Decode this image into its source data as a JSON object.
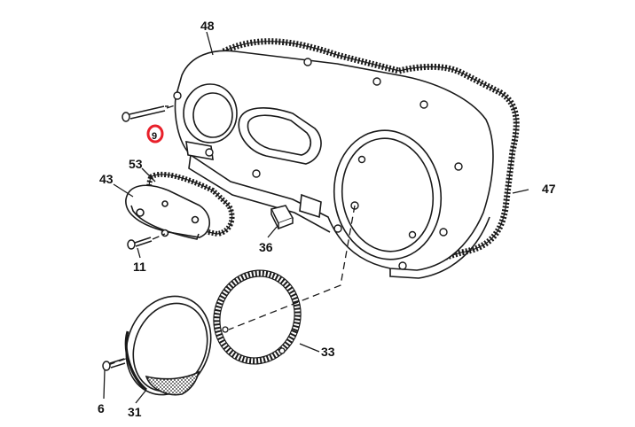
{
  "colors": {
    "ink": "#1a1a1a",
    "marker": "#e8202a",
    "paper": "#ffffff"
  },
  "callouts": [
    {
      "id": "48",
      "label": "48"
    },
    {
      "id": "53",
      "label": "53"
    },
    {
      "id": "43",
      "label": "43"
    },
    {
      "id": "11",
      "label": "11"
    },
    {
      "id": "36",
      "label": "36"
    },
    {
      "id": "47",
      "label": "47"
    },
    {
      "id": "33",
      "label": "33"
    },
    {
      "id": "6",
      "label": "6"
    },
    {
      "id": "31",
      "label": "31"
    },
    {
      "id": "marked",
      "label": "9"
    }
  ]
}
